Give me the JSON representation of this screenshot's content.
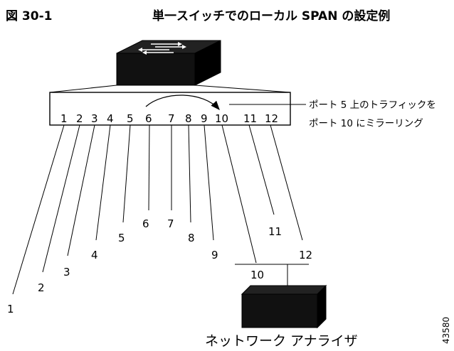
{
  "header": {
    "figure_number": "図 30-1",
    "title": "単一スイッチでのローカル SPAN の設定例"
  },
  "switch": {
    "port_labels": [
      "1",
      "2",
      "3",
      "4",
      "5",
      "6",
      "7",
      "8",
      "9",
      "10",
      "11",
      "12"
    ],
    "cable_labels": [
      "1",
      "2",
      "3",
      "4",
      "5",
      "6",
      "7",
      "8",
      "9",
      "10",
      "11",
      "12"
    ]
  },
  "annotation": {
    "line1": "ポート 5 上のトラフィックを",
    "line2": "ポート 10 にミラーリング"
  },
  "analyzer": {
    "label": "ネットワーク アナライザ"
  },
  "figure_id": "43580"
}
